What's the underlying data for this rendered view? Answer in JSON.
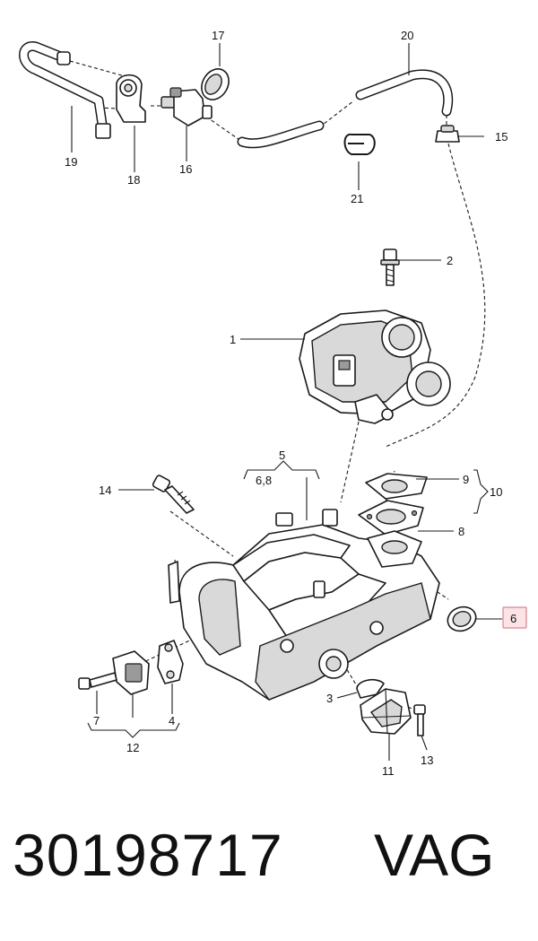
{
  "diagram": {
    "callouts": {
      "c1": "1",
      "c2": "2",
      "c3": "3",
      "c4": "4",
      "c5": "5",
      "c6": "6",
      "c6_8": "6,8",
      "c7": "7",
      "c8": "8",
      "c9": "9",
      "c10": "10",
      "c11": "11",
      "c12": "12",
      "c13": "13",
      "c14": "14",
      "c15": "15",
      "c16": "16",
      "c17": "17",
      "c18": "18",
      "c19": "19",
      "c20": "20",
      "c21": "21"
    },
    "highlighted_callout": "6",
    "highlight_color": "#fbe3e6"
  },
  "footer": {
    "part_number": "30198717",
    "brand": "VAG"
  }
}
